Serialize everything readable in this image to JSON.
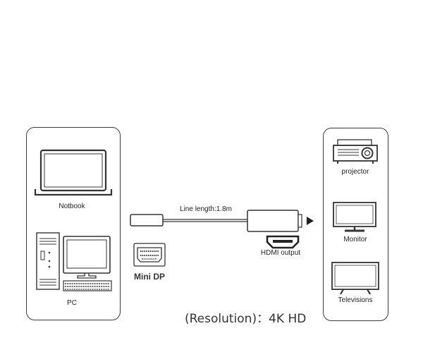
{
  "source": {
    "laptop_label": "Notbook",
    "pc_label": "PC"
  },
  "cable": {
    "length_label": "Line length:1.8m",
    "input_label": "Mini DP",
    "output_label": "HDMI output"
  },
  "outputs": {
    "projector_label": "projector",
    "monitor_label": "Monitor",
    "tv_label": "Televisions"
  },
  "resolution_text": "(Resolution)：4K HD"
}
